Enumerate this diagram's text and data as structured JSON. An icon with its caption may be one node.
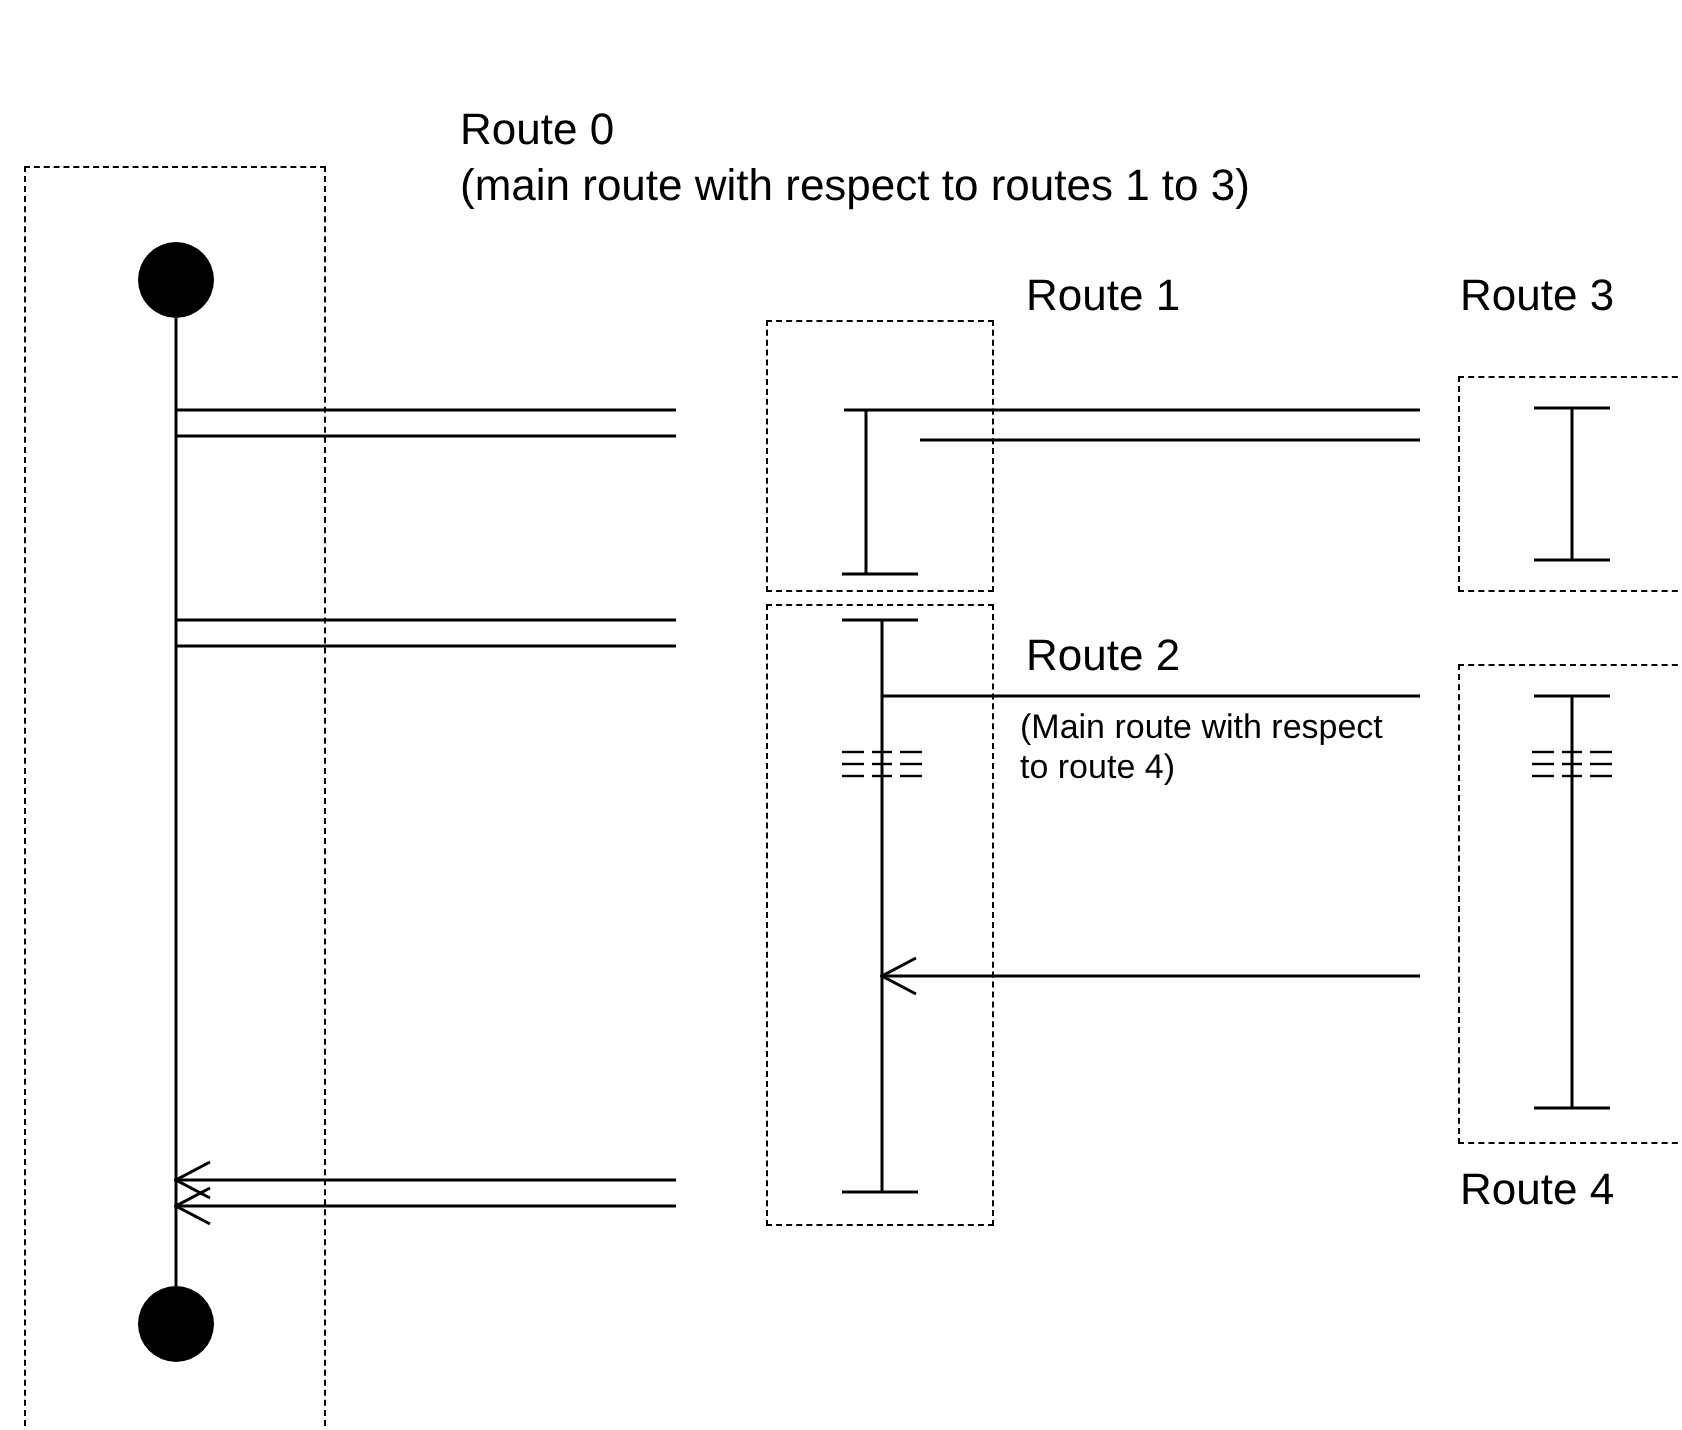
{
  "diagram": {
    "nodes": [
      {
        "text": [
          "Route 0",
          "(main route with respect to routes 1 to 3)"
        ]
      },
      {
        "text": [],
        "shape": "circle",
        "in": 0
      },
      {
        "text": [],
        "shape": "circle",
        "in": 0
      },
      {
        "text": [
          "Route 1"
        ]
      },
      {
        "text": [
          "Route 3"
        ]
      },
      {
        "text": [
          "Route 2",
          "(Main route with respect to route 4)"
        ]
      },
      {
        "text": [
          "Route 4"
        ]
      }
    ],
    "edges": [
      {
        "from": 1,
        "to": 2,
        "arrow": "none"
      },
      {
        "from": 0,
        "to": 3,
        "arrow": "none"
      },
      {
        "from": 0,
        "to": 3,
        "arrow": "none"
      },
      {
        "from": 3,
        "to": 4,
        "arrow": "none"
      },
      {
        "from": 3,
        "to": 4,
        "arrow": "none"
      },
      {
        "from": 0,
        "to": 5,
        "arrow": "none"
      },
      {
        "from": 0,
        "to": 5,
        "arrow": "none"
      },
      {
        "from": 5,
        "to": 6,
        "arrow": "none"
      },
      {
        "from": 6,
        "to": 5,
        "arrow": "to"
      },
      {
        "from": 5,
        "to": 0,
        "arrow": "to"
      },
      {
        "from": 5,
        "to": 0,
        "arrow": "to"
      }
    ]
  }
}
